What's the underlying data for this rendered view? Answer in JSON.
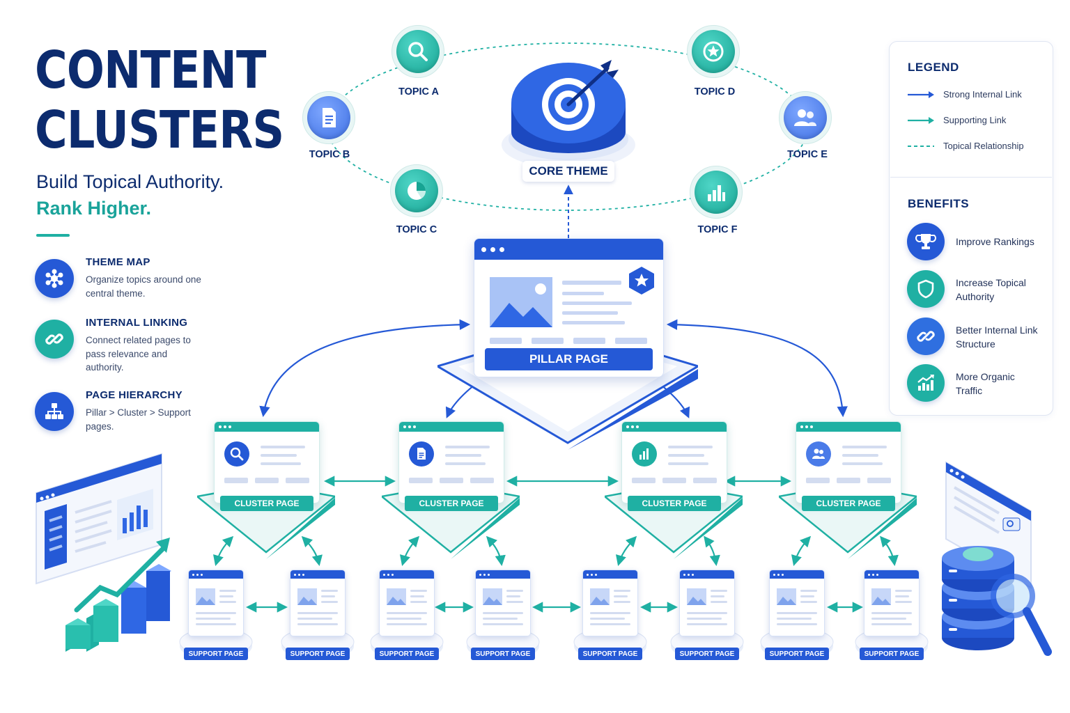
{
  "title": {
    "line1": "CONTENT",
    "line2": "CLUSTERS"
  },
  "subtitle": {
    "line1": "Build Topical Authority.",
    "line2": "Rank Higher."
  },
  "features": [
    {
      "title": "THEME MAP",
      "desc": "Organize topics around one central theme.",
      "icon": "network-icon"
    },
    {
      "title": "INTERNAL LINKING",
      "desc": "Connect related pages to pass relevance and authority.",
      "icon": "link-icon"
    },
    {
      "title": "PAGE HIERARCHY",
      "desc": "Pillar > Cluster > Support pages.",
      "icon": "hierarchy-icon"
    }
  ],
  "core_theme": "CORE THEME",
  "topics": [
    {
      "label": "TOPIC A",
      "icon": "search-icon",
      "color": "teal"
    },
    {
      "label": "TOPIC B",
      "icon": "document-icon",
      "color": "blue"
    },
    {
      "label": "TOPIC C",
      "icon": "pie-chart-icon",
      "color": "teal"
    },
    {
      "label": "TOPIC D",
      "icon": "star-icon",
      "color": "teal"
    },
    {
      "label": "TOPIC E",
      "icon": "users-icon",
      "color": "blue"
    },
    {
      "label": "TOPIC F",
      "icon": "bar-chart-icon",
      "color": "teal"
    }
  ],
  "pillar_label": "PILLAR PAGE",
  "cluster_label": "CLUSTER PAGE",
  "support_label": "SUPPORT PAGE",
  "legend": {
    "title": "LEGEND",
    "items": [
      {
        "label": "Strong Internal Link",
        "color": "#2559d6"
      },
      {
        "label": "Supporting Link",
        "color": "#1fb0a3"
      },
      {
        "label": "Topical Relationship",
        "color": "#1fb0a3"
      }
    ]
  },
  "benefits": {
    "title": "BENEFITS",
    "items": [
      {
        "label": "Improve Rankings",
        "icon": "trophy-icon",
        "color": "#2559d6"
      },
      {
        "label": "Increase Topical Authority",
        "icon": "shield-icon",
        "color": "#1fb0a3"
      },
      {
        "label": "Better Internal Link Structure",
        "icon": "link-icon",
        "color": "#2f6fe0"
      },
      {
        "label": "More Organic Traffic",
        "icon": "growth-chart-icon",
        "color": "#1fb0a3"
      }
    ]
  },
  "colors": {
    "navy": "#0c2b6e",
    "blue": "#2559d6",
    "teal": "#1fb0a3"
  }
}
